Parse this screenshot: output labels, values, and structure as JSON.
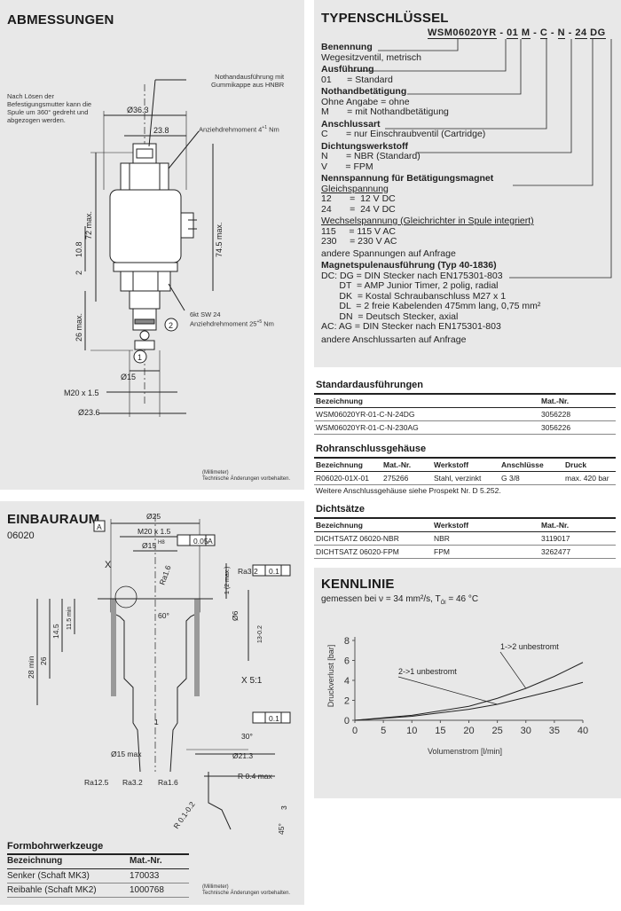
{
  "abmessungen": {
    "title": "ABMESSUNGEN",
    "note_left": [
      "Nach Lösen der",
      "Befestigungsmutter kann die",
      "Spule um 360° gedreht und",
      "abgezogen werden."
    ],
    "note_top": [
      "Nothandausführung mit",
      "Gummikappe aus HNBR"
    ],
    "torque1": "Anziehdrehmoment 4",
    "torque1_sup": "+1",
    "torque1_unit": " Nm",
    "wrench_size": "6kt SW 24",
    "torque2": "Anziehdrehmoment 25",
    "torque2_sup": "+5",
    "torque2_unit": " Nm",
    "dims": {
      "d36": "Ø36.3",
      "d238": "23.8",
      "h72": "72 max.",
      "h745": "74.5 max.",
      "h108": "10.8",
      "h2": "2",
      "h26": "26 max.",
      "d15": "Ø15",
      "m20": "M20 x 1.5",
      "d236": "Ø23.6"
    },
    "markers": [
      "1",
      "2"
    ],
    "footer": [
      "(Millimeter)",
      "Technische Änderungen vorbehalten."
    ]
  },
  "einbauraum": {
    "title": "EINBAURAUM",
    "subtitle": "06020",
    "dims": {
      "d25": "Ø25",
      "m20": "M20 x 1.5",
      "d15": "Ø15",
      "h8": "H8",
      "tol1": "0.05",
      "tolA": "A",
      "datumA": "A",
      "perp": "0.1",
      "ra16": "Ra1.6",
      "r12": "1 (2 max.)",
      "ra32": "Ra3.2",
      "x": "X",
      "a60": "60°",
      "d6": "Ø6",
      "h13": "13-0.2",
      "h145": "14.5",
      "h115": "11.5 min",
      "h28": "28 min",
      "h26": "26",
      "x51": "X 5:1",
      "h1": "1",
      "a30": "30°",
      "d213": "Ø21.3",
      "r04": "R 0.4 max",
      "r01": "R 0.1-0.2",
      "h3": "3",
      "a45": "45°",
      "d15b": "Ø15 max"
    },
    "ra_chain": [
      "Ra12.5",
      "Ra3.2",
      "Ra1.6"
    ],
    "tools_title": "Formbohrwerkzeuge",
    "tools_headers": [
      "Bezeichnung",
      "Mat.-Nr."
    ],
    "tools_rows": [
      [
        "Senker (Schaft MK3)",
        "170033"
      ],
      [
        "Reibahle (Schaft MK2)",
        "1000768"
      ]
    ],
    "footer": [
      "(Millimeter)",
      "Technische Änderungen vorbehalten."
    ]
  },
  "typen": {
    "title": "TYPENSCHLÜSSEL",
    "code_parts": [
      "WSM06020YR",
      "-",
      "01",
      "M",
      "-",
      "C",
      "-",
      "N",
      "-",
      "24",
      "DG"
    ],
    "lines": [
      {
        "b": "Benennung"
      },
      {
        "t": "Wegesitzventil, metrisch"
      },
      {
        "b": "Ausführung"
      },
      {
        "t": "01      = Standard"
      },
      {
        "b": "Nothandbetätigung"
      },
      {
        "t": "Ohne Angabe = ohne"
      },
      {
        "t": "M       = mit Nothandbetätigung"
      },
      {
        "b": "Anschlussart"
      },
      {
        "t": "C       = nur Einschraubventil (Cartridge)"
      },
      {
        "b": "Dichtungswerkstoff"
      },
      {
        "t": "N       = NBR (Standard)"
      },
      {
        "t": "V       = FPM"
      },
      {
        "b": "Nennspannung für Betätigungsmagnet"
      },
      {
        "u": "Gleichspannung"
      },
      {
        "t": "12       =  12 V DC"
      },
      {
        "t": "24       =  24 V DC"
      },
      {
        "u": "Wechselspannung (Gleichrichter in Spule integriert)"
      },
      {
        "t": "115     = 115 V AC"
      },
      {
        "t": "230     = 230 V AC"
      },
      {
        "t": "andere Spannungen auf Anfrage"
      },
      {
        "b": "Magnetspulenausführung (Typ 40-1836)"
      },
      {
        "t": "DC: DG = DIN Stecker nach EN175301-803"
      },
      {
        "t": "       DT  = AMP Junior Timer, 2 polig, radial"
      },
      {
        "t": "       DK  = Kostal Schraubanschluss M27 x 1"
      },
      {
        "t": "       DL  = 2 freie Kabelenden 475mm lang, 0,75 mm²"
      },
      {
        "t": "       DN  = Deutsch Stecker, axial"
      },
      {
        "t": "AC: AG = DIN Stecker nach EN175301-803"
      },
      {
        "t": "andere Anschlussarten auf Anfrage"
      }
    ]
  },
  "standard": {
    "title": "Standardausführungen",
    "headers": [
      "Bezeichnung",
      "Mat.-Nr."
    ],
    "rows": [
      [
        "WSM06020YR-01-C-N-24DG",
        "3056228"
      ],
      [
        "WSM06020YR-01-C-N-230AG",
        "3056226"
      ]
    ]
  },
  "rohr": {
    "title": "Rohranschlussgehäuse",
    "headers": [
      "Bezeichnung",
      "Mat.-Nr.",
      "Werkstoff",
      "Anschlüsse",
      "Druck"
    ],
    "rows": [
      [
        "R06020-01X-01",
        "275266",
        "Stahl, verzinkt",
        "G 3/8",
        "max. 420 bar"
      ]
    ],
    "note": "Weitere Anschlussgehäuse siehe Prospekt Nr. D 5.252."
  },
  "dicht": {
    "title": "Dichtsätze",
    "headers": [
      "Bezeichnung",
      "Werkstoff",
      "Mat.-Nr."
    ],
    "rows": [
      [
        "DICHTSATZ 06020-NBR",
        "NBR",
        "3119017"
      ],
      [
        "DICHTSATZ 06020-FPM",
        "FPM",
        "3262477"
      ]
    ]
  },
  "kennlinie": {
    "title": "KENNLINIE",
    "subtitle_pre": "gemessen bei ν = 34 mm²/s, T",
    "subtitle_sub": "Öl",
    "subtitle_post": " = 46 °C"
  },
  "chart_data": {
    "type": "line",
    "title": "",
    "xlabel": "Volumenstrom [l/min]",
    "ylabel": "Druckverlust [bar]",
    "xlim": [
      0,
      40
    ],
    "ylim": [
      0,
      8
    ],
    "xticks": [
      0,
      5,
      10,
      15,
      20,
      25,
      30,
      35,
      40
    ],
    "yticks": [
      0,
      2,
      4,
      6,
      8
    ],
    "grid": false,
    "series": [
      {
        "name": "1->2 unbestromt",
        "x": [
          0,
          10,
          20,
          25,
          30,
          35,
          40
        ],
        "y": [
          0,
          0.5,
          1.4,
          2.2,
          3.2,
          4.4,
          5.8
        ]
      },
      {
        "name": "2->1 unbestromt",
        "x": [
          0,
          10,
          20,
          25,
          30,
          35,
          40
        ],
        "y": [
          0,
          0.4,
          1.1,
          1.6,
          2.3,
          3.0,
          3.8
        ]
      }
    ]
  }
}
